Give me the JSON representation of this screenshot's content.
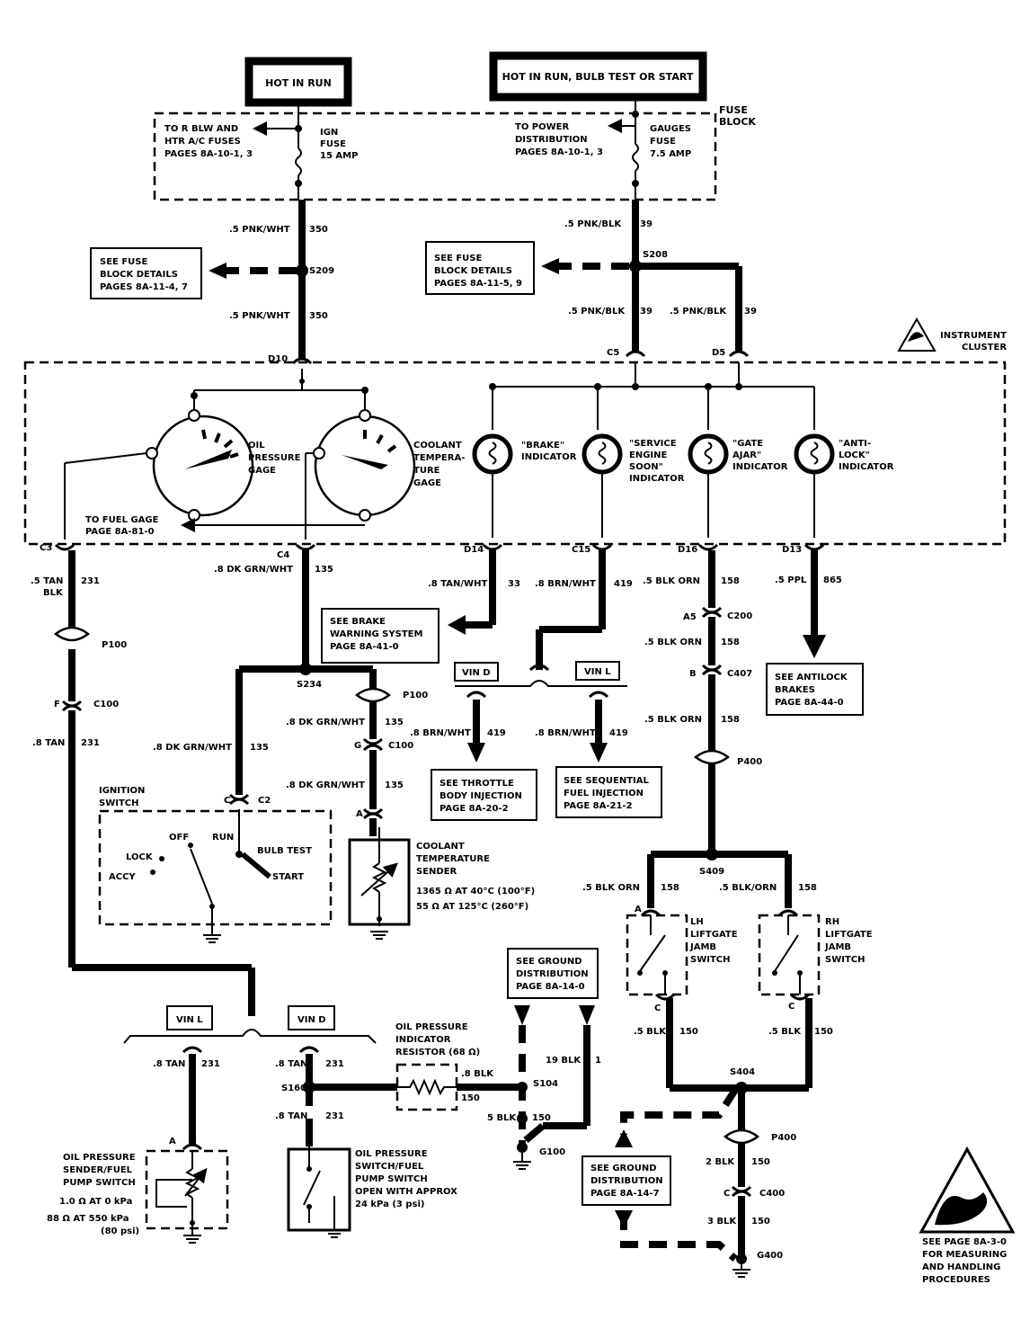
{
  "power": {
    "hot_run": "HOT IN RUN",
    "hot_run_start": "HOT IN RUN, BULB TEST OR START"
  },
  "fuse_block": {
    "label": [
      "FUSE",
      "BLOCK"
    ],
    "ign_fuse": [
      "IGN",
      "FUSE",
      "15 AMP"
    ],
    "gauges_fuse": [
      "GAUGES",
      "FUSE",
      "7.5 AMP"
    ],
    "to_blw": [
      "TO R BLW AND",
      "HTR A/C FUSES",
      "PAGES 8A-10-1, 3"
    ],
    "to_power": [
      "TO POWER",
      "DISTRIBUTION",
      "PAGES 8A-10-1, 3"
    ]
  },
  "refs": {
    "fuse_left": [
      "SEE FUSE",
      "BLOCK DETAILS",
      "PAGES 8A-11-4, 7"
    ],
    "fuse_right": [
      "SEE FUSE",
      "BLOCK DETAILS",
      "PAGES 8A-11-5, 9"
    ],
    "brake_warn": [
      "SEE BRAKE",
      "WARNING SYSTEM",
      "PAGE 8A-41-0"
    ],
    "antilock": [
      "SEE ANTILOCK",
      "BRAKES",
      "PAGE 8A-44-0"
    ],
    "throttle": [
      "SEE THROTTLE",
      "BODY INJECTION",
      "PAGE 8A-20-2"
    ],
    "sequential": [
      "SEE SEQUENTIAL",
      "FUEL INJECTION",
      "PAGE 8A-21-2"
    ],
    "ground1": [
      "SEE GROUND",
      "DISTRIBUTION",
      "PAGE 8A-14-0"
    ],
    "ground2": [
      "SEE GROUND",
      "DISTRIBUTION",
      "PAGE 8A-14-7"
    ],
    "fuel_gage": [
      "TO FUEL GAGE",
      "PAGE 8A-81-0"
    ],
    "esd": [
      "SEE PAGE 8A-3-0",
      "FOR MEASURING",
      "AND HANDLING",
      "PROCEDURES"
    ]
  },
  "cluster": {
    "label": [
      "INSTRUMENT",
      "CLUSTER"
    ],
    "oil_gage": [
      "OIL",
      "PRESSURE",
      "GAGE"
    ],
    "coolant_gage": [
      "COOLANT",
      "TEMPERA-",
      "TURE",
      "GAGE"
    ],
    "brake_ind": [
      "\"BRAKE\"",
      "INDICATOR"
    ],
    "ses_ind": [
      "\"SERVICE",
      "ENGINE",
      "SOON\"",
      "INDICATOR"
    ],
    "gate_ind": [
      "\"GATE",
      "AJAR\"",
      "INDICATOR"
    ],
    "antilock_ind": [
      "\"ANTI-",
      "LOCK\"",
      "INDICATOR"
    ]
  },
  "wires": {
    "w350": ".5 PNK/WHT",
    "c350": "350",
    "w39": ".5 PNK/BLK",
    "c39": "39",
    "w231a": ".5 TAN",
    "w231a2": "BLK",
    "c231": "231",
    "w231b": ".8 TAN",
    "w135": ".8 DK GRN/WHT",
    "c135": "135",
    "w33": ".8 TAN/WHT",
    "c33": "33",
    "w419": ".8 BRN/WHT",
    "c419": "419",
    "w158": ".5 BLK/ORN",
    "c158": "158",
    "w158b": ".5 BLK ORN",
    "w865": ".5 PPL",
    "c865": "865",
    "w150": ".5 BLK",
    "c150": "150",
    "w150b": "2 BLK",
    "w150c": "3 BLK",
    "w150d": "5 BLK",
    "w1": "19 BLK",
    "c1": "1",
    "w150e": ".8 BLK"
  },
  "connectors": {
    "d10": "D10",
    "c5": "C5",
    "d5": "D5",
    "c3": "C3",
    "c4": "C4",
    "d14": "D14",
    "c15": "C15",
    "d16": "D16",
    "d13": "D13",
    "s209": "S209",
    "s208": "S208",
    "s234": "S234",
    "s409": "S409",
    "s404": "S404",
    "s160": "S160",
    "s104": "S104",
    "p100": "P100",
    "c100": "C100",
    "c200": "C200",
    "c407": "C407",
    "p400": "P400",
    "c400": "C400",
    "c2": "C2",
    "g100": "G100",
    "g400": "G400",
    "f": "F",
    "g": "G",
    "a": "A",
    "b": "B",
    "c": "C",
    "a5": "A5"
  },
  "vin": {
    "d": "VIN D",
    "l": "VIN L"
  },
  "ignition": {
    "title": [
      "IGNITION",
      "SWITCH"
    ],
    "lock": "LOCK",
    "off": "OFF",
    "run": "RUN",
    "accy": "ACCY",
    "bulb": "BULB TEST",
    "start": "START"
  },
  "sender": {
    "title": [
      "COOLANT",
      "TEMPERATURE",
      "SENDER"
    ],
    "spec1": "1365 Ω AT 40°C (100°F)",
    "spec2": "55 Ω AT 125°C (260°F)"
  },
  "resistor": [
    "OIL PRESSURE",
    "INDICATOR",
    "RESISTOR (68 Ω)"
  ],
  "lh_switch": [
    "LH",
    "LIFTGATE",
    "JAMB",
    "SWITCH"
  ],
  "rh_switch": [
    "RH",
    "LIFTGATE",
    "JAMB",
    "SWITCH"
  ],
  "oil_sender": {
    "title": [
      "OIL PRESSURE",
      "SENDER/FUEL",
      "PUMP SWITCH"
    ],
    "spec1": "1.0 Ω AT 0 kPa",
    "spec2": "88 Ω AT 550 kPa",
    "spec3": "(80 psi)"
  },
  "oil_switch": [
    "OIL PRESSURE",
    "SWITCH/FUEL",
    "PUMP SWITCH",
    "OPEN WITH APPROX",
    "24 kPa (3 psi)"
  ]
}
